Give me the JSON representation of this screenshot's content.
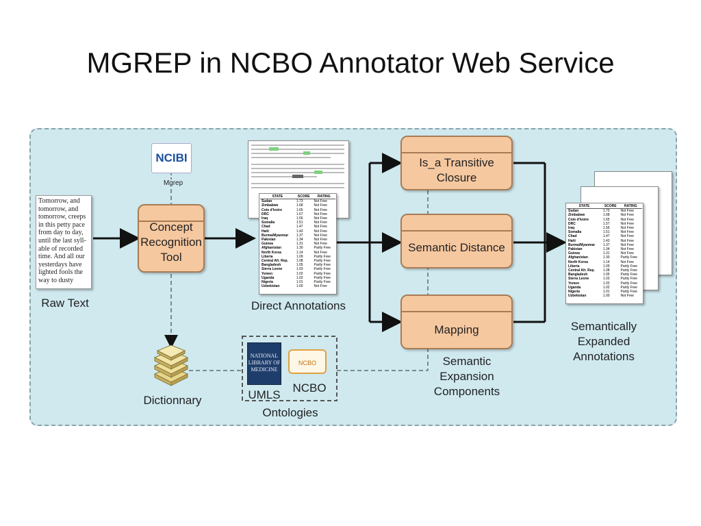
{
  "title": "MGREP in NCBO Annotator Web Service",
  "raw_text": {
    "label": "Raw Text",
    "content": "Tomorrow, and tomorrow, and tomorrow, creeps in this petty pace from day to day, until the last syll-able of recorded time. And all our yesterdays have lighted fools the way to dusty"
  },
  "ncibi_logo": "NCIBI",
  "mgrep_label": "Mgrep",
  "concept_tool": {
    "line1": "Concept",
    "line2": "Recognition",
    "line3": "Tool"
  },
  "dictionary_label": "Dictionnary",
  "direct_annotations_label": "Direct Annotations",
  "table": {
    "headers": [
      "STATE",
      "SCORE",
      "RATING"
    ],
    "rows": [
      [
        "Sudan",
        "1.73",
        "Not Free"
      ],
      [
        "Zimbabwe",
        "1.68",
        "Not Free"
      ],
      [
        "Cote d'Ivoire",
        "1.65",
        "Not Free"
      ],
      [
        "DRC",
        "1.57",
        "Not Free"
      ],
      [
        "Iraq",
        "1.56",
        "Not Free"
      ],
      [
        "Somalia",
        "1.51",
        "Not Free"
      ],
      [
        "Chad",
        "1.47",
        "Not Free"
      ],
      [
        "Haiti",
        "1.43",
        "Not Free"
      ],
      [
        "Burma/Myanmar",
        "1.37",
        "Not Free"
      ],
      [
        "Pakistan",
        "1.34",
        "Not Free"
      ],
      [
        "Guinea",
        "1.31",
        "Not Free"
      ],
      [
        "Afghanistan",
        "1.30",
        "Partly Free"
      ],
      [
        "North Korea",
        "1.14",
        "Not Free"
      ],
      [
        "Liberia",
        "1.09",
        "Partly Free"
      ],
      [
        "Central Afr. Rep.",
        "1.08",
        "Partly Free"
      ],
      [
        "Bangladesh",
        "1.05",
        "Partly Free"
      ],
      [
        "Sierra Leone",
        "1.03",
        "Partly Free"
      ],
      [
        "Yemen",
        "1.02",
        "Partly Free"
      ],
      [
        "Uganda",
        "1.02",
        "Partly Free"
      ],
      [
        "Nigeria",
        "1.01",
        "Partly Free"
      ],
      [
        "Uzbekistan",
        "1.00",
        "Not Free"
      ]
    ]
  },
  "semantic_boxes": {
    "transitive": {
      "line1": "Is_a Transitive",
      "line2": "Closure"
    },
    "distance": "Semantic Distance",
    "mapping": "Mapping"
  },
  "semantic_expansion_label": {
    "line1": "Semantic",
    "line2": "Expansion",
    "line3": "Components"
  },
  "expanded_label": {
    "line1": "Semantically",
    "line2": "Expanded",
    "line3": "Annotations"
  },
  "ontologies": {
    "label": "Ontologies",
    "umls": "UMLS",
    "ncbo": "NCBO",
    "nlm_logo": "NATIONAL LIBRARY OF MEDICINE",
    "ncbo_logo": "NCBO"
  },
  "colors": {
    "panel_bg": "#cfe9ef",
    "box_fill": "#f6c8a0",
    "box_border": "#a87b55",
    "arrow": "#111111",
    "dashed_line": "#7a8a8e"
  }
}
